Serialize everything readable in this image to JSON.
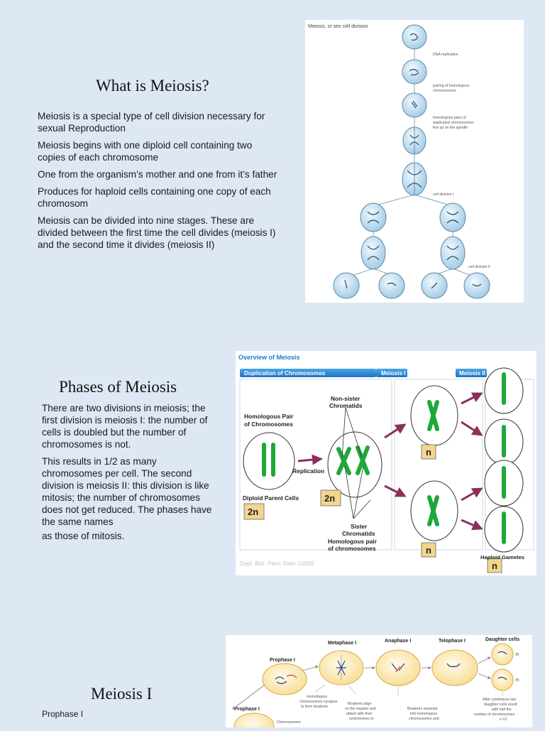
{
  "slide1": {
    "title": "What is Meiosis?",
    "bullets": [
      "Meiosis is a special type of cell division necessary for sexual Reproduction",
      "Meiosis begins with one diploid cell containing two copies of each chromosome",
      "One from the organism’s mother and one from it’s father",
      "Produces for haploid cells containing one copy of each chromosom",
      "Meiosis can be divided into nine stages. These are divided between the first time the cell divides (meiosis I) and the second time it divides (meiosis II)"
    ],
    "figure": {
      "title": "Meiosis, or sex cell division",
      "labels": {
        "dna_replication": "DNA replication",
        "pairing_1": "pairing of homologous",
        "pairing_2": "chromosomes",
        "lineup_1": "homologous pairs of",
        "lineup_2": "duplicated chromosomes",
        "lineup_3": "line up on the spindle",
        "cell_division_1": "cell division I",
        "cell_division_2": "cell division II"
      }
    }
  },
  "slide2": {
    "title": "Phases of Meiosis",
    "paragraphs": [
      "There are two divisions in meiosis; the first division is meiosis I: the number of cells is doubled but the number of chromosomes is not.",
      "This results in 1/2 as many chromosomes per cell. The second division is meiosis II: this division is like mitosis; the number of chromosomes does not get reduced. The phases have the same names",
      "as those of mitosis."
    ],
    "figure": {
      "title": "Overview of Meiosis",
      "header_duplication": "Duplication of Chromosomes",
      "header_meiosis1": "Meiosis I",
      "header_meiosis2": "Meiosis II",
      "label_non_sister_1": "Non-sister",
      "label_non_sister_2": "Chromatids",
      "label_homologous_1": "Homologous Pair",
      "label_homologous_2": "of Chromosomes",
      "label_replication": "Replication",
      "label_diploid": "Diploid Parent Cells",
      "badge_2n": "2n",
      "badge_n": "n",
      "label_sister_1": "Sister",
      "label_sister_2": "Chromatids",
      "label_homologous_pair_1": "Homologous pair",
      "label_homologous_pair_2": "of chromosomes",
      "label_haploid": "Haploid Gametes",
      "credit": "Dept. Biol. Penn State ©2002"
    }
  },
  "slide3": {
    "title": "Meiosis I",
    "bullets": [
      "Prophase I"
    ],
    "figure": {
      "metaphase": "Metaphase I",
      "anaphase": "Anaphase I",
      "telophase": "Telophase I",
      "daughter": "Daughter cells",
      "prophase_top": "Prophase I",
      "prophase_left": "Prophase I",
      "n_label": "n",
      "synapse_1": "Homologous",
      "synapse_2": "chromosomes synapse",
      "synapse_3": "to form bivalents",
      "align_1": "Bivalents align",
      "align_2": "on the equator and",
      "align_3": "attach with their",
      "align_4": "centromeres to",
      "separate_1": "Bivalents separate",
      "separate_2": "into homologous",
      "separate_3": "chromosomes and",
      "cyto_1": "After cytokinesis two",
      "cyto_2": "daughter cells result",
      "cyto_3": "with half the",
      "cyto_4": "number of chromosomes",
      "cyto_5": "n =2",
      "chromosomes": "Chromosomes"
    }
  }
}
